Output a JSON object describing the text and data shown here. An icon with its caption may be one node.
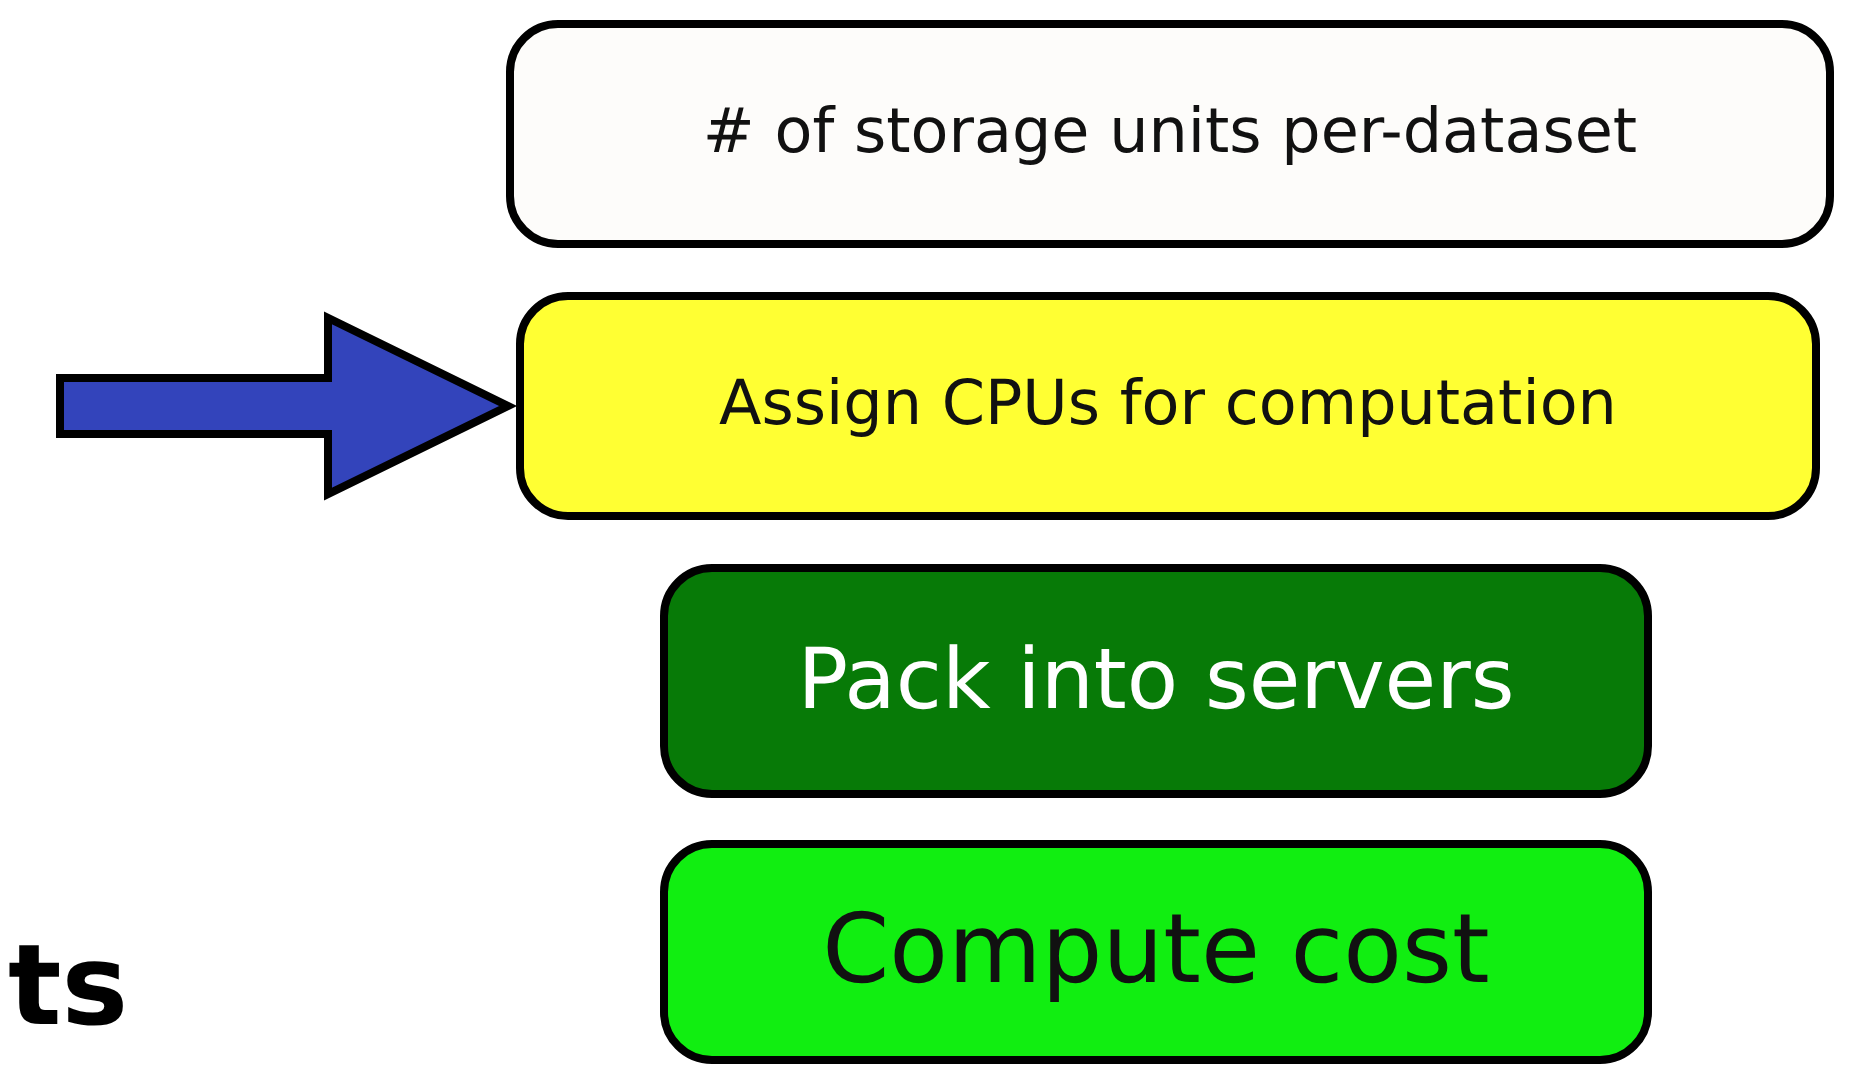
{
  "diagram": {
    "nodes": [
      {
        "text": [
          "# of storage units per-dataset"
        ]
      },
      {
        "text": [
          "Assign CPUs for computation"
        ]
      },
      {
        "text": [
          "Pack into servers"
        ]
      },
      {
        "text": [
          "Compute cost"
        ]
      }
    ],
    "edges": [
      {
        "from": null,
        "to": 1,
        "arrow": "to",
        "style": "thick",
        "color": "#3344bb"
      }
    ],
    "labels": [
      "ts"
    ]
  }
}
